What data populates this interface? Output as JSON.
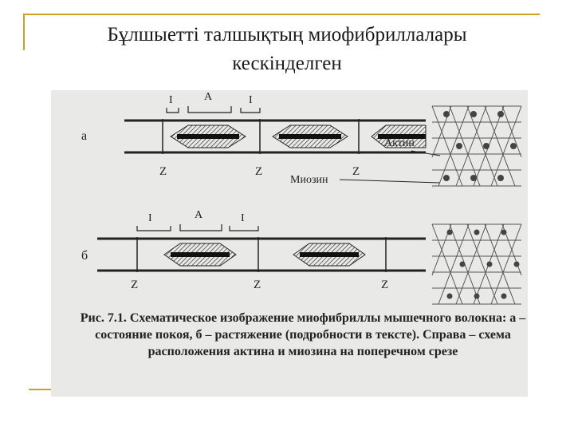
{
  "slide": {
    "title_line1": "Бұлшыетті талшықтың миофибриллалары",
    "title_line2": "кескінделген"
  },
  "figure": {
    "panel_a": "а",
    "panel_b": "б",
    "band_I": "I",
    "band_A": "A",
    "z_label": "Z",
    "actin": "Актин",
    "myosin": "Миозин",
    "caption": "Рис. 7.1. Схематическое изображение миофибриллы мышечного волокна: а – состояние покоя, б – растяжение (подробности в тексте). Справа – схема расположения актина и миозина на поперечном срезе"
  },
  "colors": {
    "accent": "#c9a227",
    "figure_bg": "#e9e9e7",
    "ink": "#222222"
  }
}
